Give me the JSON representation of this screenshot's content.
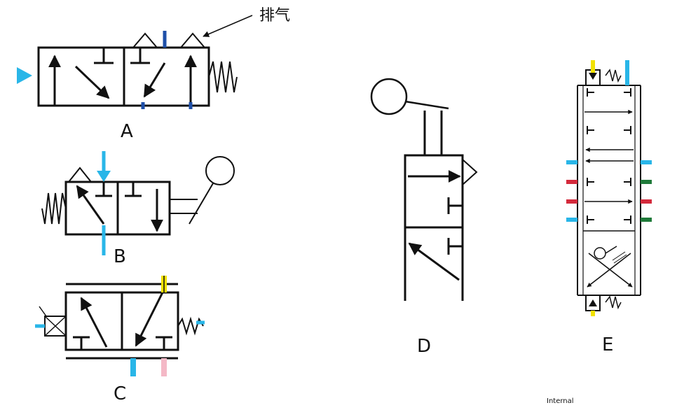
{
  "labels": {
    "a": "A",
    "b": "B",
    "c": "C",
    "d": "D",
    "e": "E",
    "exhaust": "排气",
    "footer": "Internal"
  },
  "colors": {
    "line": "#111111",
    "light_blue": "#29b6e8",
    "dark_blue": "#1e4fa8",
    "yellow": "#f2e200",
    "pink": "#f4b8c6",
    "red": "#d42a3c",
    "green": "#1f7a3a"
  }
}
